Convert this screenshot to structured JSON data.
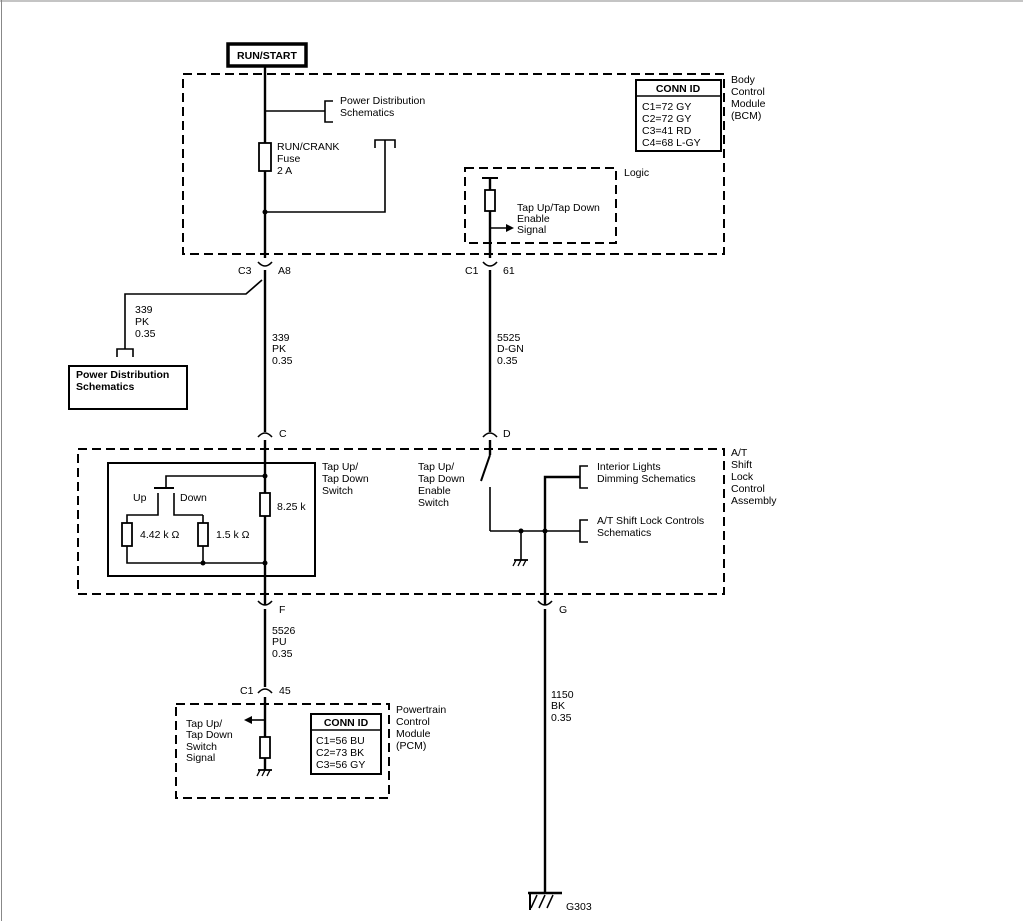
{
  "labels": {
    "run_start": "RUN/START",
    "pds_line1": "Power Distribution",
    "pds_line2": "Schematics",
    "fuse1": "RUN/CRANK",
    "fuse2": "Fuse",
    "fuse3": "2 A",
    "bcm_conn_title": "CONN ID",
    "bcm_c1": "C1=72 GY",
    "bcm_c2": "C2=72 GY",
    "bcm_c3": "C3=41 RD",
    "bcm_c4": "C4=68 L-GY",
    "bcm1": "Body",
    "bcm2": "Control",
    "bcm3": "Module",
    "bcm4": "(BCM)",
    "logic": "Logic",
    "tap_sig1": "Tap Up/Tap Down",
    "tap_sig2": "Enable",
    "tap_sig3": "Signal",
    "c3": "C3",
    "a8": "A8",
    "c1_top": "C1",
    "pin61": "61",
    "w339_num_left": "339",
    "w339_col_left": "PK",
    "w339_gauge_left": "0.35",
    "pds2_line1": "Power Distribution",
    "pds2_line2": "Schematics",
    "w339_num": "339",
    "w339_col": "PK",
    "w339_gauge": "0.35",
    "w5525_num": "5525",
    "w5525_col": "D-GN",
    "w5525_gauge": "0.35",
    "pin_c": "C",
    "pin_d": "D",
    "tds1": "Tap Up/",
    "tds2": "Tap Down",
    "tds3": "Switch",
    "up": "Up",
    "down": "Down",
    "r8": "8.25 k",
    "r442": "4.42 k Ω",
    "r15": "1.5 k Ω",
    "tde1": "Tap Up/",
    "tde2": "Tap Down",
    "tde3": "Enable",
    "tde4": "Switch",
    "ild1": "Interior Lights",
    "ild2": "Dimming Schematics",
    "atc1": "A/T Shift Lock Controls",
    "atc2": "Schematics",
    "at1": "A/T",
    "at2": "Shift",
    "at3": "Lock",
    "at4": "Control",
    "at5": "Assembly",
    "pin_f": "F",
    "pin_g": "G",
    "w5526_num": "5526",
    "w5526_col": "PU",
    "w5526_gauge": "0.35",
    "c1_pcm": "C1",
    "pin45": "45",
    "pcm_sig1": "Tap Up/",
    "pcm_sig2": "Tap Down",
    "pcm_sig3": "Switch",
    "pcm_sig4": "Signal",
    "pcm_conn_title": "CONN ID",
    "pcm_c1": "C1=56 BU",
    "pcm_c2": "C2=73 BK",
    "pcm_c3": "C3=56 GY",
    "pcm1": "Powertrain",
    "pcm2": "Control",
    "pcm3": "Module",
    "pcm4": "(PCM)",
    "w1150_num": "1150",
    "w1150_col": "BK",
    "w1150_gauge": "0.35",
    "g303": "G303"
  }
}
